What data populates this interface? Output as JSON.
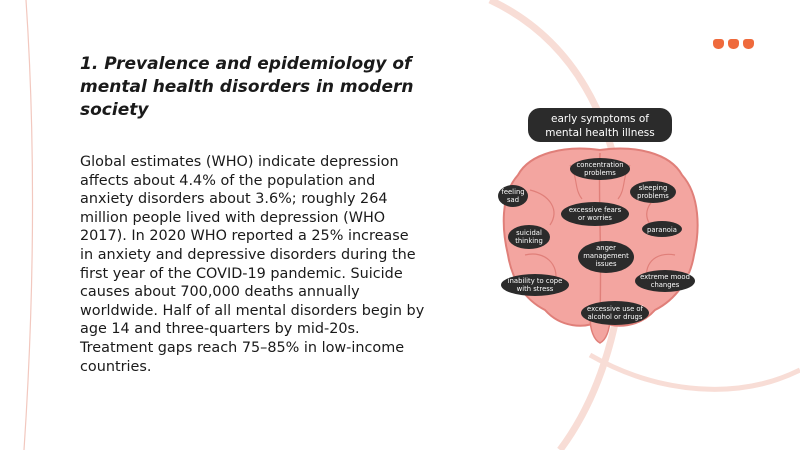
{
  "slide": {
    "title": "1. Prevalence and epidemiology of mental health disorders in modern society",
    "body": "Global estimates (WHO) indicate depression affects about 4.4% of the population and anxiety disorders about 3.6%; roughly 264 million people lived with depression (WHO 2017). In 2020 WHO reported a 25% increase in anxiety and depressive disorders during the first year of the COVID-19 pandemic. Suicide causes about 700,000 deaths annually worldwide. Half of all mental disorders begin by age 14 and three-quarters by mid-20s. Treatment gaps reach 75–85% in low-income countries."
  },
  "illustration": {
    "heading_line1": "early symptoms of",
    "heading_line2": "mental health illness",
    "symptoms": {
      "concentration": [
        "concentration",
        "problems"
      ],
      "feeling_sad": [
        "feeling",
        "sad"
      ],
      "sleeping": [
        "sleeping",
        "problems"
      ],
      "fears": [
        "excessive fears",
        "or worries"
      ],
      "paranoia": [
        "paranoia"
      ],
      "suicidal": [
        "suicidal",
        "thinking"
      ],
      "anger": [
        "anger",
        "management",
        "issues"
      ],
      "stress": [
        "inability to cope",
        "with stress"
      ],
      "mood": [
        "extreme mood",
        "changes"
      ],
      "substance": [
        "excessive use of",
        "alcohol or drugs"
      ]
    }
  },
  "colors": {
    "accent": "#ef6a3c",
    "deco_arc": "#f8ddd6",
    "brain_fill": "#f3a5a0",
    "brain_outline": "#e07f79",
    "label_bubble": "#2b2b2b"
  },
  "icons": {
    "menu_dots": "three-orange-dots-icon"
  }
}
